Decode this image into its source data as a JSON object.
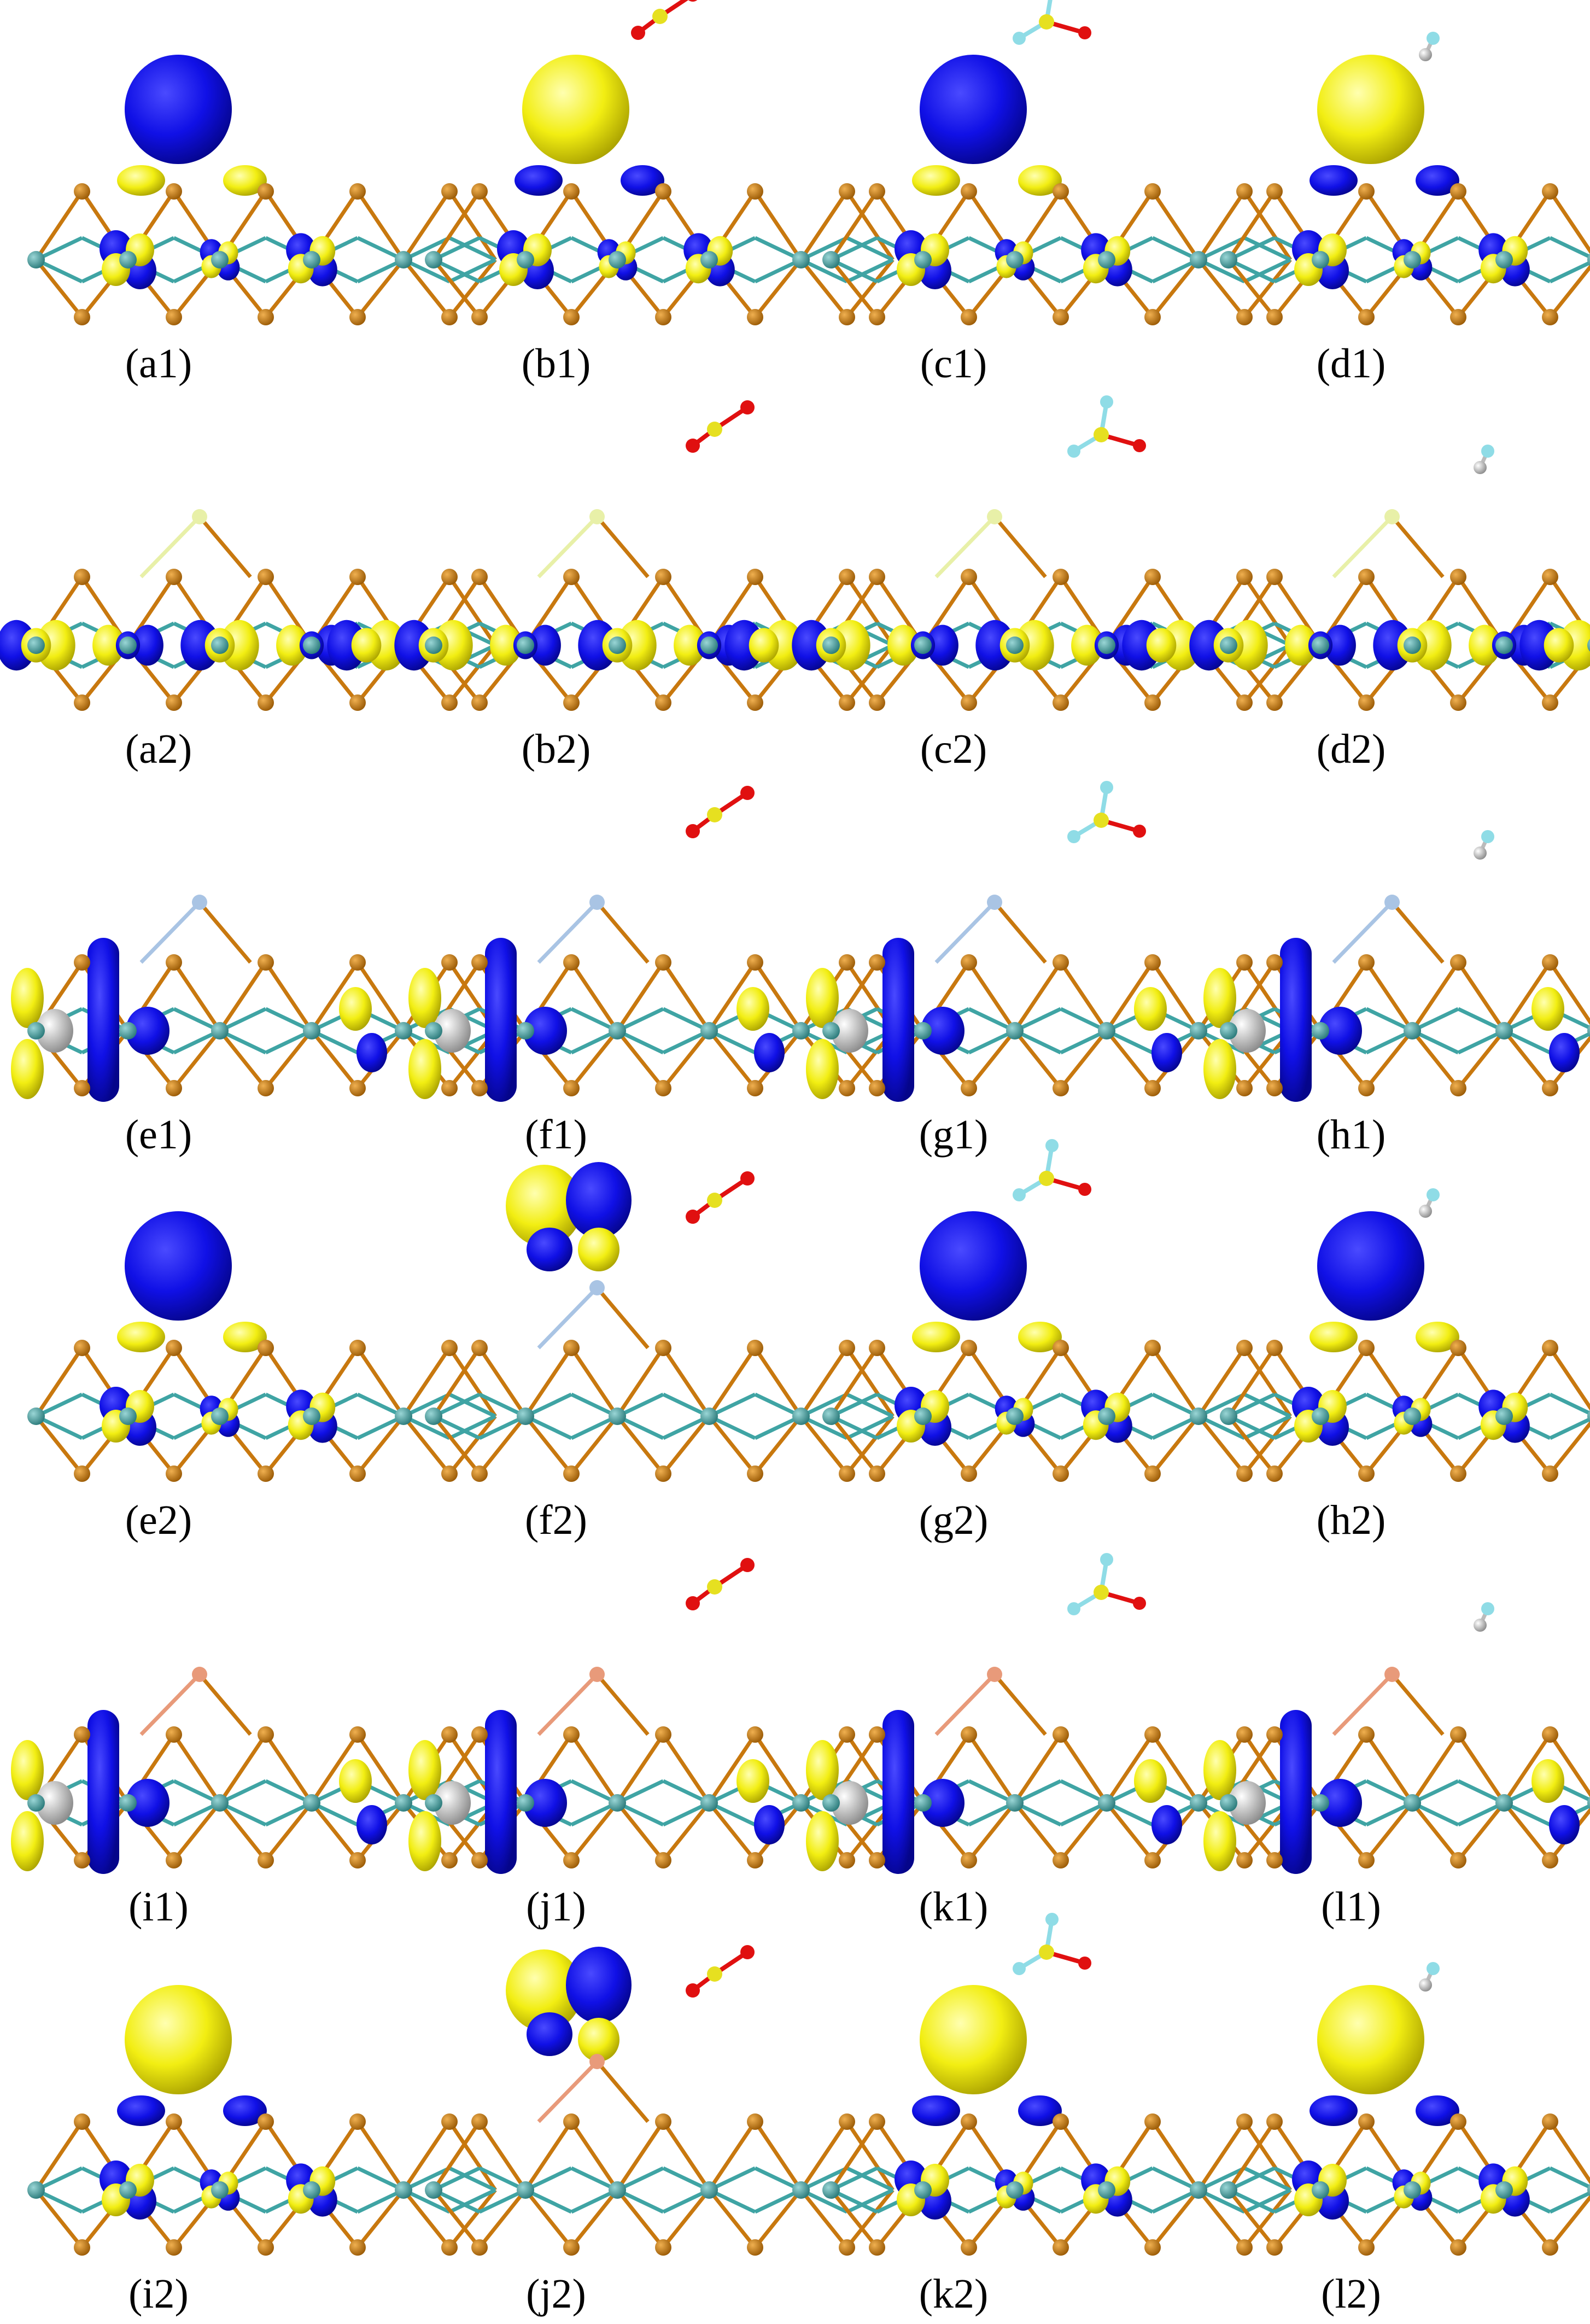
{
  "figure": {
    "panels": [
      {
        "label": "(a1)",
        "adsorbate": "none",
        "density": "lobe",
        "lobe_color": "blue",
        "dopant_color": "none"
      },
      {
        "label": "(b1)",
        "adsorbate": "so2",
        "density": "lobe",
        "lobe_color": "yellow",
        "dopant_color": "none"
      },
      {
        "label": "(c1)",
        "adsorbate": "sof2",
        "density": "lobe",
        "lobe_color": "blue",
        "dopant_color": "none"
      },
      {
        "label": "(d1)",
        "adsorbate": "h2",
        "density": "lobe",
        "lobe_color": "yellow",
        "dopant_color": "none"
      },
      {
        "label": "(a2)",
        "adsorbate": "none",
        "density": "layer",
        "lobe_color": "none",
        "dopant_color": "#e8f0a8"
      },
      {
        "label": "(b2)",
        "adsorbate": "so2",
        "density": "layer",
        "lobe_color": "none",
        "dopant_color": "#e8f0a8"
      },
      {
        "label": "(c2)",
        "adsorbate": "sof2",
        "density": "layer",
        "lobe_color": "none",
        "dopant_color": "#e8f0a8"
      },
      {
        "label": "(d2)",
        "adsorbate": "h2",
        "density": "layer",
        "lobe_color": "none",
        "dopant_color": "#e8f0a8"
      },
      {
        "label": "(e1)",
        "adsorbate": "none",
        "density": "edge",
        "lobe_color": "none",
        "dopant_color": "#a9c4e4"
      },
      {
        "label": "(f1)",
        "adsorbate": "so2",
        "density": "edge",
        "lobe_color": "none",
        "dopant_color": "#a9c4e4"
      },
      {
        "label": "(g1)",
        "adsorbate": "sof2",
        "density": "edge",
        "lobe_color": "none",
        "dopant_color": "#a9c4e4"
      },
      {
        "label": "(h1)",
        "adsorbate": "h2",
        "density": "edge",
        "lobe_color": "none",
        "dopant_color": "#a9c4e4"
      },
      {
        "label": "(e2)",
        "adsorbate": "none",
        "density": "lobe",
        "lobe_color": "blue",
        "dopant_color": "none"
      },
      {
        "label": "(f2)",
        "adsorbate": "so2",
        "density": "top",
        "lobe_color": "none",
        "dopant_color": "#a9c4e4"
      },
      {
        "label": "(g2)",
        "adsorbate": "sof2",
        "density": "lobe",
        "lobe_color": "blue",
        "dopant_color": "none"
      },
      {
        "label": "(h2)",
        "adsorbate": "h2",
        "density": "lobe",
        "lobe_color": "blue",
        "dopant_color": "none"
      },
      {
        "label": "(i1)",
        "adsorbate": "none",
        "density": "edge",
        "lobe_color": "none",
        "dopant_color": "#e89a7a"
      },
      {
        "label": "(j1)",
        "adsorbate": "so2",
        "density": "edge",
        "lobe_color": "none",
        "dopant_color": "#e89a7a"
      },
      {
        "label": "(k1)",
        "adsorbate": "sof2",
        "density": "edge",
        "lobe_color": "none",
        "dopant_color": "#e89a7a"
      },
      {
        "label": "(l1)",
        "adsorbate": "h2",
        "density": "edge",
        "lobe_color": "none",
        "dopant_color": "#e89a7a"
      },
      {
        "label": "(i2)",
        "adsorbate": "none",
        "density": "lobe",
        "lobe_color": "yellow",
        "dopant_color": "none"
      },
      {
        "label": "(j2)",
        "adsorbate": "so2",
        "density": "top",
        "lobe_color": "none",
        "dopant_color": "#e89a7a"
      },
      {
        "label": "(k2)",
        "adsorbate": "sof2",
        "density": "lobe",
        "lobe_color": "yellow",
        "dopant_color": "none"
      },
      {
        "label": "(l2)",
        "adsorbate": "h2",
        "density": "lobe",
        "lobe_color": "yellow",
        "dopant_color": "none"
      }
    ]
  },
  "colors": {
    "blue_isosurface": "#1010e6",
    "yellow_isosurface": "#f2ee12",
    "sulfur_atom": "#c8780e",
    "metal_atom": "#3e9a9a",
    "bond_teal": "#3fa4a4",
    "oxygen_atom": "#e01010",
    "fluorine_atom": "#8fdce6",
    "hydrogen_atom": "#e6e6e6",
    "adsorbate_s_atom": "#e6e020"
  }
}
